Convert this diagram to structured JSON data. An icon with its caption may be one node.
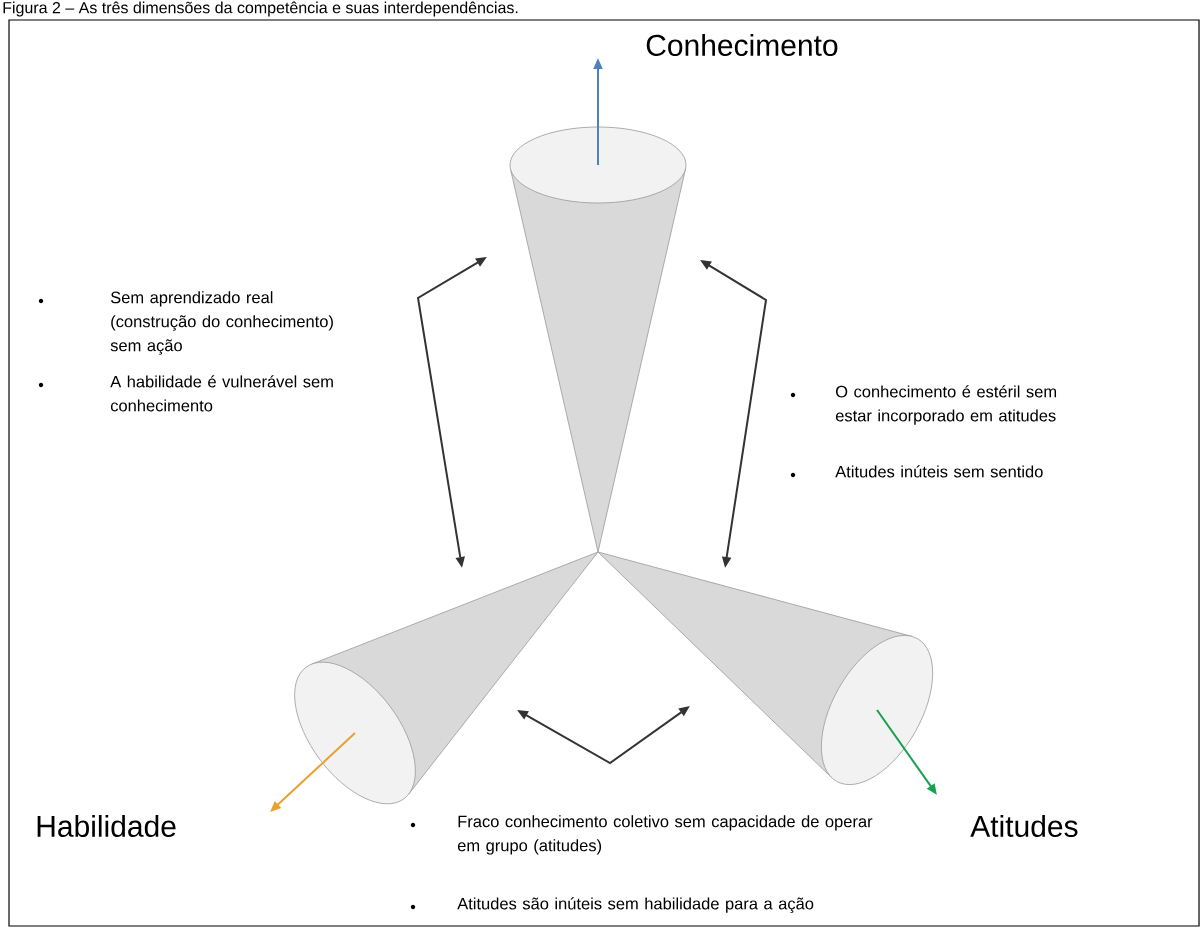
{
  "diagram": {
    "title": "Figura 2 – As três dimensões da competência e suas interdependências.",
    "nodes": [
      {
        "text": [],
        "shape": "cone",
        "beside": [
          "Conhecimento"
        ]
      },
      {
        "text": [],
        "shape": "cone",
        "beside": [
          "Habilidade"
        ]
      },
      {
        "text": [],
        "shape": "cone",
        "beside": [
          "Atitudes"
        ]
      }
    ],
    "edges": [
      {
        "from": 0,
        "to": null,
        "arrow": "to",
        "color": "#4f81bd"
      },
      {
        "from": 1,
        "to": null,
        "arrow": "to",
        "color": "#e8a030"
      },
      {
        "from": 2,
        "to": null,
        "arrow": "to",
        "color": "#17a050"
      }
    ],
    "labels": [
      "Sem aprendizado real (construção do conhecimento) sem ação",
      "A habilidade é vulnerável sem conhecimento",
      "O conhecimento é estéril sem estar incorporado em atitudes",
      "Atitudes inúteis sem sentido",
      "Fraco conhecimento coletivo sem capacidade de operar em grupo (atitudes)",
      "Atitudes são inúteis sem habilidade para a ação"
    ]
  }
}
